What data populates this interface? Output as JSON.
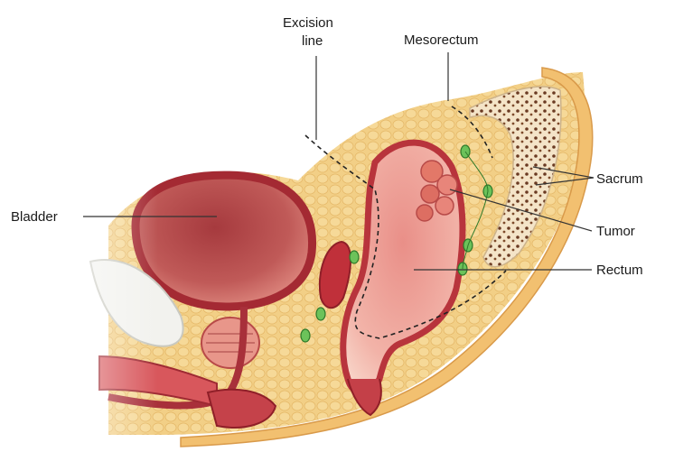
{
  "diagram": {
    "labels": {
      "excision_line_1": "Excision",
      "excision_line_2": "line",
      "mesorectum": "Mesorectum",
      "sacrum": "Sacrum",
      "bladder": "Bladder",
      "tumor": "Tumor",
      "rectum": "Rectum"
    },
    "colors": {
      "fat": "#f0c878",
      "fat_light": "#f7dca2",
      "tissue_red": "#b8353d",
      "tissue_pink": "#e59a94",
      "bladder_inner": "#b84a4c",
      "bone": "#f3e2c6",
      "bone_dark": "#6b3a22",
      "node_green": "#5fb84a",
      "background": "#ffffff"
    }
  }
}
